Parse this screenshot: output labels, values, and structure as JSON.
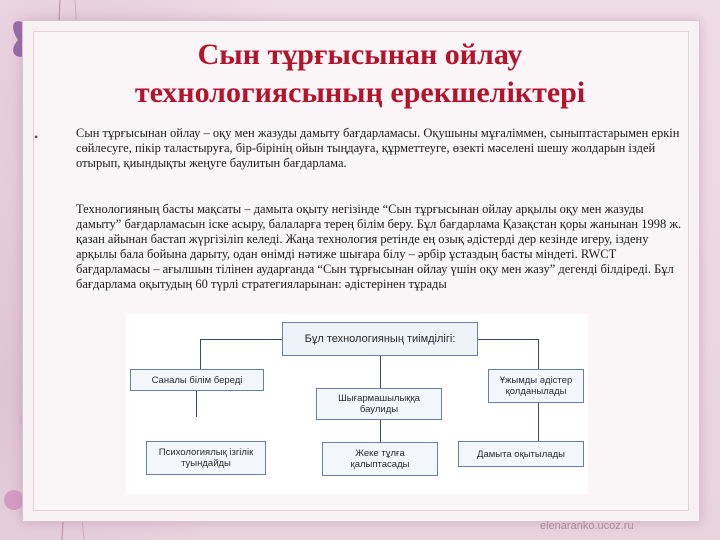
{
  "slide": {
    "title_line1": "Сын тұрғысынан ойлау",
    "title_line2": "технологиясының ерекшеліктері",
    "bullet": "•",
    "paragraph1": "Сын тұрғысынан ойлау – оқу мен жазуды дамыту бағдарламасы. Оқушыны мұғаліммен, сыныптастарымен еркін сөйлесуге, пікір таластыруға, бір-бірінің ойын тыңдауға, құрметтеуге, өзекті мәселені шешу жолдарын іздей отырып, қиындықты жеңуге баулитын бағдарлама.",
    "paragraph2": "Технологияның басты мақсаты – дамыта оқыту негізінде “Сын тұрғысынан ойлау арқылы оқу мен жазуды дамыту” бағдарламасын іске асыру, балаларға терең білім беру. Бұл бағдарлама Қазақстан қоры жанынан 1998 ж. қазан айынан бастап жүргізіліп келеді. Жаңа технология ретінде ең озық әдістерді дер кезінде игеру, іздену арқылы бала бойына дарыту, одан өнімді нәтиже шығара білу – әрбір ұстаздың басты міндеті. RWCT бағдарламасы – ағылшын тілінен аударғанда “Сын тұрғысынан ойлау үшін оқу мен жазу” дегенді білдіреді. Бұл бағдарлама оқытудың 60 түрлі стратегияларынан: әдістерінен тұрады"
  },
  "diagram": {
    "top": "Бұл технологияның тиімділігі:",
    "row1": [
      "Саналы білім береді",
      "Шығармашылыққа баулиды",
      "Ұжымды әдістер қолданылады"
    ],
    "row2": [
      "Психологиялық ізгілік туындайды",
      "Жеке тұлға қалыптасады",
      "Дамыта оқытылады"
    ]
  },
  "footer": {
    "watermark": "elenaranko.ucoz.ru"
  },
  "colors": {
    "title": "#b5122b",
    "background": "#ead7e1",
    "card": "#faf6f7",
    "diagram_border": "#6a7fa8"
  }
}
